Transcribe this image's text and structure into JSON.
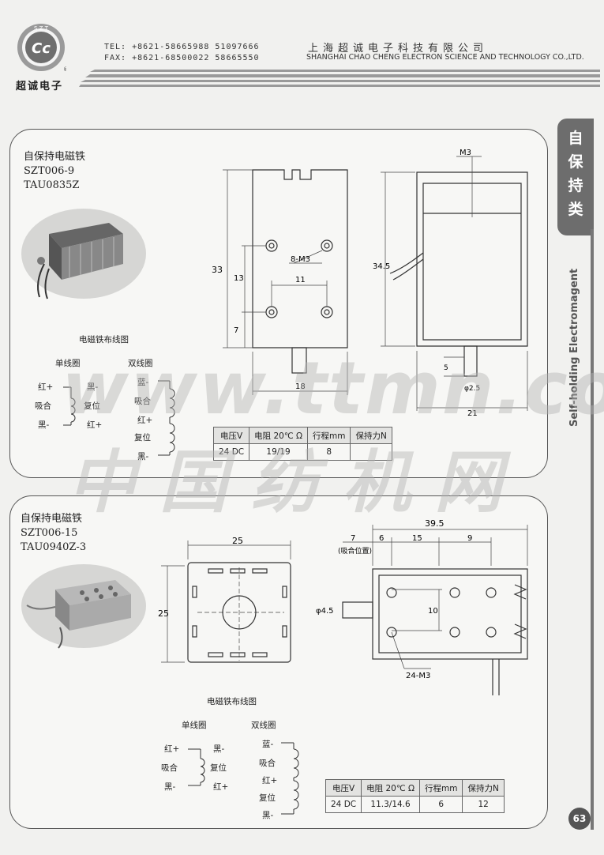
{
  "header": {
    "logo_ring_text": "S Z T",
    "logo_mark": "Cc",
    "logo_label": "超诚电子",
    "registered": "®",
    "tel": "TEL: +8621-58665988 51097666",
    "fax": "FAX: +8621-68500022 58665550",
    "company_cn": "上海超诚电子科技有限公司",
    "company_en": "SHANGHAI CHAO CHENG ELECTRON SCIENCE AND TECHNOLOGY CO.,LTD."
  },
  "side_tab": {
    "chars": [
      "自",
      "保",
      "持",
      "类"
    ],
    "english": "Self-holding Electromagent"
  },
  "watermark": {
    "line1": "www.ttmn.com",
    "line2": "中国纺机网"
  },
  "products": [
    {
      "title": "自保持电磁铁",
      "model1": "SZT006-9",
      "model2": "TAU0835Z",
      "wiring_title": "电磁铁布线图",
      "single_coil": {
        "title": "单线圈",
        "labels": [
          "红+",
          "吸合",
          "黑-"
        ],
        "right_labels": [
          "黑-",
          "复位",
          "红+"
        ]
      },
      "double_coil": {
        "title": "双线圈",
        "labels": [
          "蓝-",
          "吸合",
          "红+",
          "复位",
          "黑-"
        ]
      },
      "dims": {
        "height": "33",
        "d13": "13",
        "d7": "7",
        "d11": "11",
        "holes": "8-M3",
        "width": "18",
        "side_height": "34.5",
        "thread": "M3",
        "d5": "5",
        "d25": "φ2.5",
        "side_width": "21"
      },
      "spec": {
        "headers": [
          "电压V",
          "电阻 20℃ Ω",
          "行程mm",
          "保持力N"
        ],
        "values": [
          "24 DC",
          "19/19",
          "8",
          ""
        ]
      }
    },
    {
      "title": "自保持电磁铁",
      "model1": "SZT006-15",
      "model2": "TAU0940Z-3",
      "wiring_title": "电磁铁布线图",
      "single_coil": {
        "title": "单线圈",
        "labels": [
          "红+",
          "吸合",
          "黑-"
        ],
        "right_labels": [
          "黑-",
          "复位",
          "红+"
        ]
      },
      "double_coil": {
        "title": "双线圈",
        "labels": [
          "蓝-",
          "吸合",
          "红+",
          "复位",
          "黑-"
        ]
      },
      "dims": {
        "top_width": "25",
        "left_height": "25",
        "total": "39.5",
        "d7": "7",
        "sucking": "(吸合位置)",
        "d6": "6",
        "d15": "15",
        "d9": "9",
        "phi": "φ4.5",
        "d10": "10",
        "holes": "24-M3"
      },
      "spec": {
        "headers": [
          "电压V",
          "电阻 20℃ Ω",
          "行程mm",
          "保持力N"
        ],
        "values": [
          "24 DC",
          "11.3/14.6",
          "6",
          "12"
        ]
      }
    }
  ],
  "page_number": "63"
}
